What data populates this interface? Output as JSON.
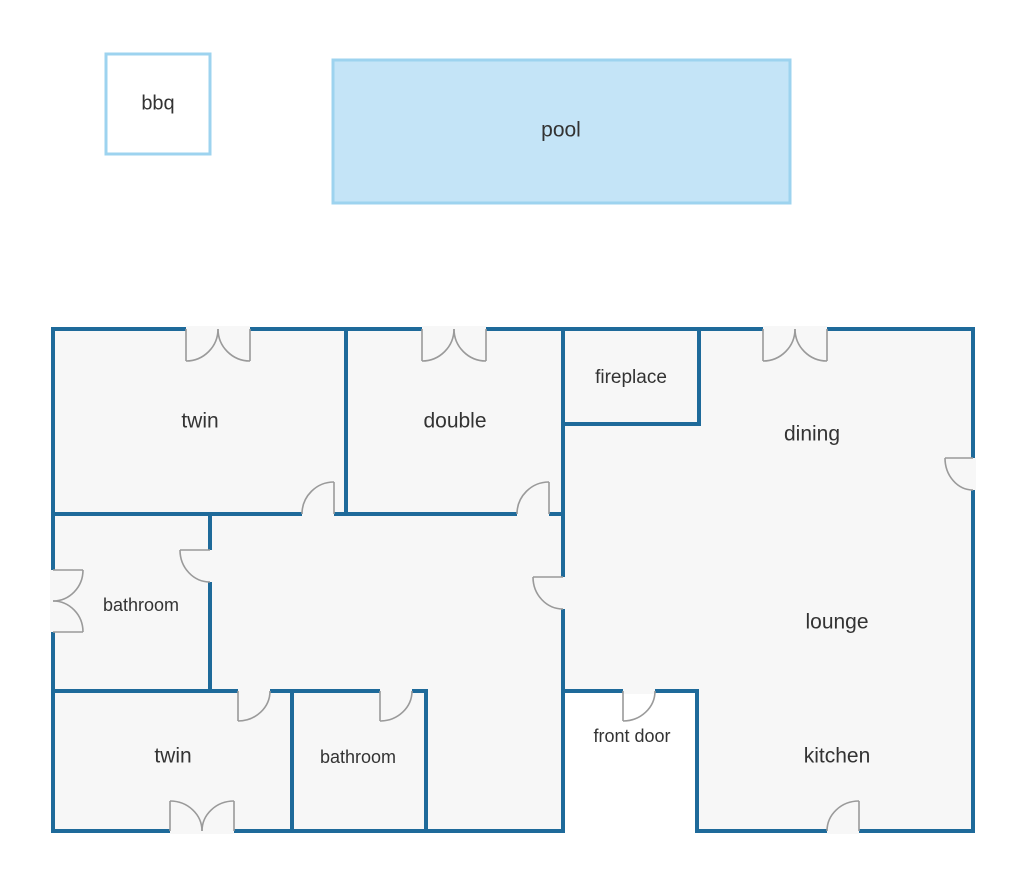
{
  "outdoor": {
    "bbq_label": "bbq",
    "pool_label": "pool"
  },
  "rooms": {
    "twin_top": "twin",
    "double": "double",
    "fireplace": "fireplace",
    "dining": "dining",
    "bathroom_left": "bathroom",
    "lounge": "lounge",
    "twin_bottom": "twin",
    "bathroom_bottom": "bathroom",
    "front_door": "front door",
    "kitchen": "kitchen"
  },
  "colors": {
    "wall": "#1e6a9a",
    "floor": "#f7f7f7",
    "pool_fill": "#c4e4f7",
    "pool_border": "#9dd3ef",
    "door": "#9a9a9a"
  }
}
